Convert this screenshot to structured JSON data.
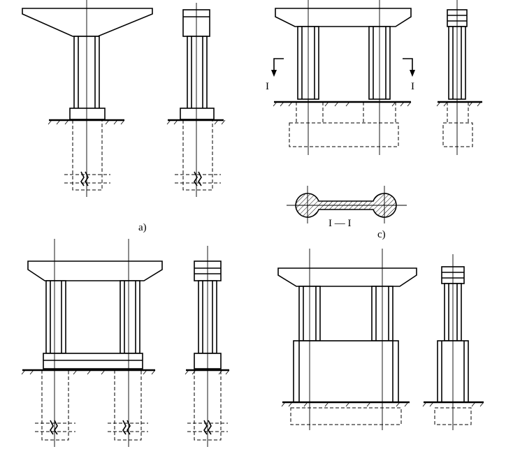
{
  "labels": {
    "a": "a)",
    "c": "c)",
    "section_left": "I",
    "section_right": "I",
    "section_caption": "I — I"
  }
}
